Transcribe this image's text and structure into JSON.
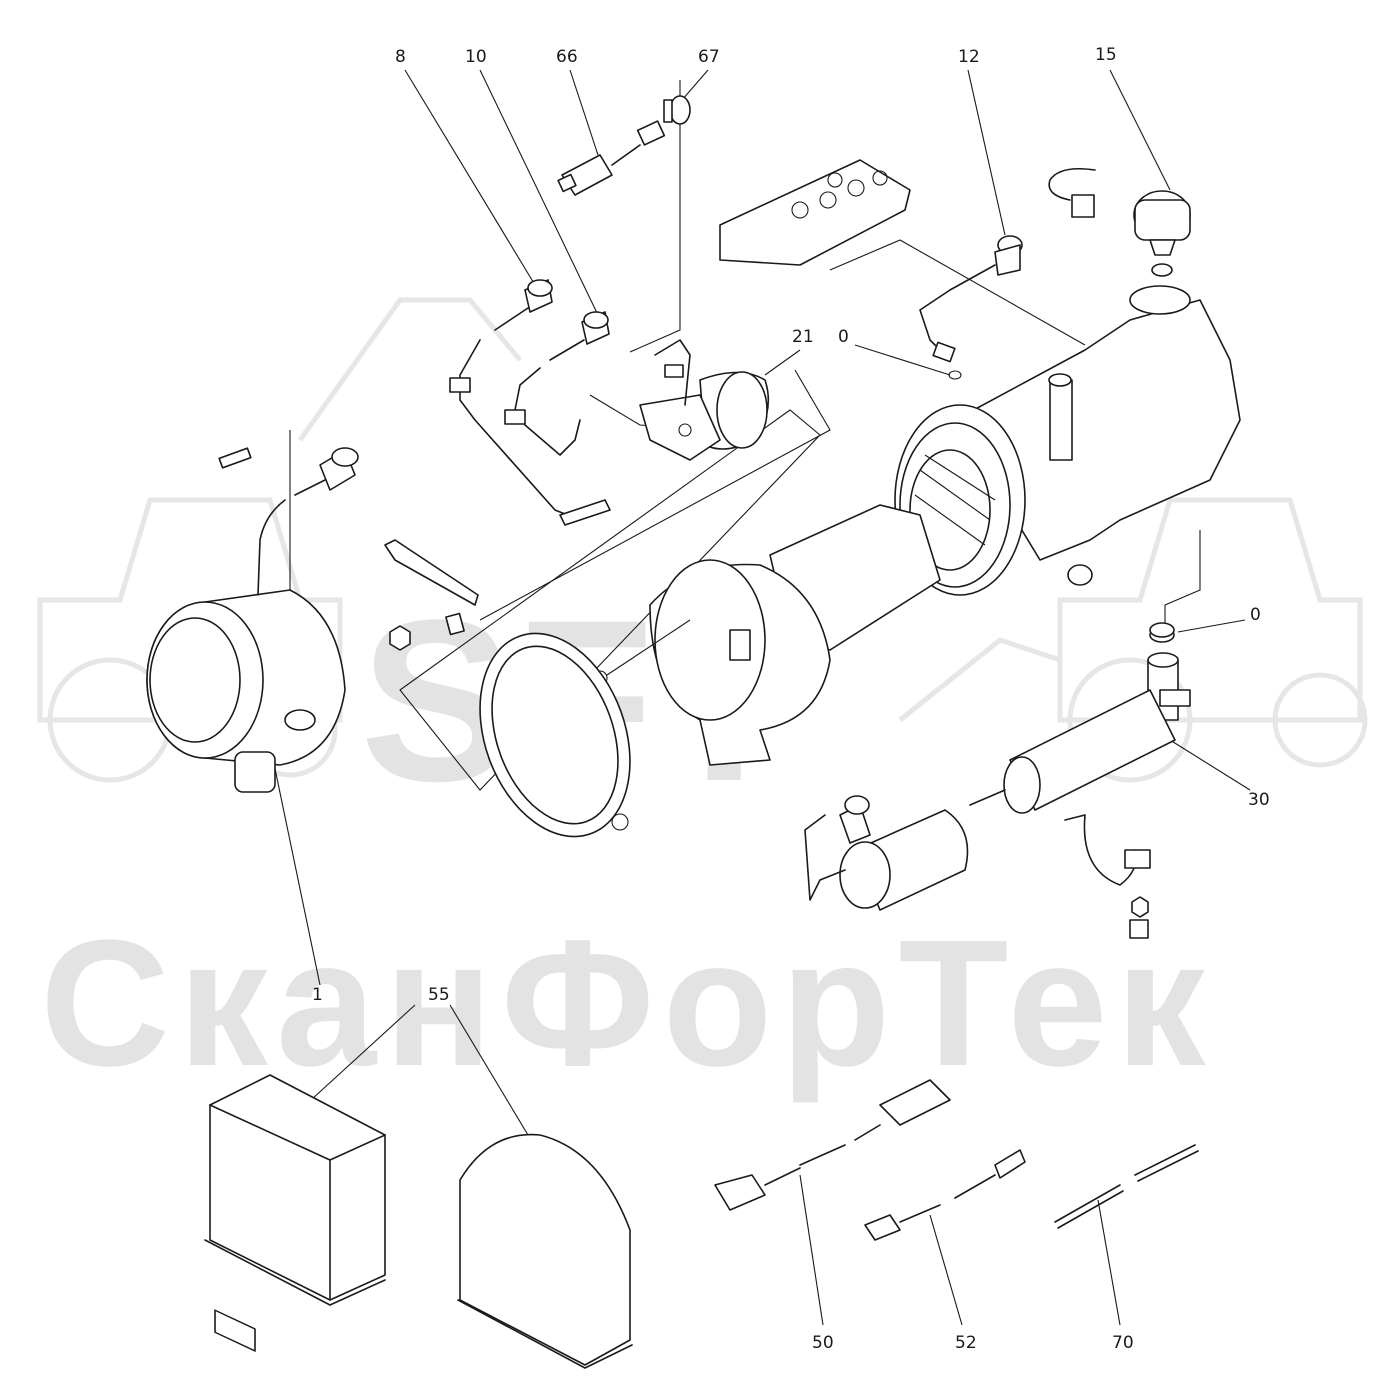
{
  "watermark": {
    "logo": "SFT",
    "brand": "СканФорТек"
  },
  "callouts": [
    {
      "id": "8",
      "label": "8"
    },
    {
      "id": "10",
      "label": "10"
    },
    {
      "id": "66",
      "label": "66"
    },
    {
      "id": "67",
      "label": "67"
    },
    {
      "id": "12",
      "label": "12"
    },
    {
      "id": "15",
      "label": "15"
    },
    {
      "id": "21",
      "label": "21"
    },
    {
      "id": "0a",
      "label": "0"
    },
    {
      "id": "0b",
      "label": "0"
    },
    {
      "id": "30",
      "label": "30"
    },
    {
      "id": "1",
      "label": "1"
    },
    {
      "id": "55",
      "label": "55"
    },
    {
      "id": "50",
      "label": "50"
    },
    {
      "id": "52",
      "label": "52"
    },
    {
      "id": "70",
      "label": "70"
    }
  ]
}
